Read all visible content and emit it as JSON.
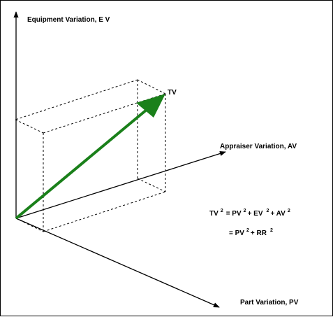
{
  "axes": {
    "equipment": {
      "label": "Equipment Variation, E V"
    },
    "appraiser": {
      "label": "Appraiser Variation, AV"
    },
    "part": {
      "label": "Part Variation, PV"
    }
  },
  "vector": {
    "label": "TV"
  },
  "equation": {
    "line1": {
      "lhs": "TV",
      "lhs_exp": "2",
      "t1": "= PV",
      "t1_exp": "2",
      "t2": "+ EV",
      "t2_exp": "2",
      "t3": "+ AV",
      "t3_exp": "2"
    },
    "line2": {
      "t1": "= PV",
      "t1_exp": "2",
      "t2": "+ RR",
      "t2_exp": "2"
    }
  },
  "colors": {
    "axis": "#000000",
    "box": "#000000",
    "vector": "#1a801a"
  }
}
